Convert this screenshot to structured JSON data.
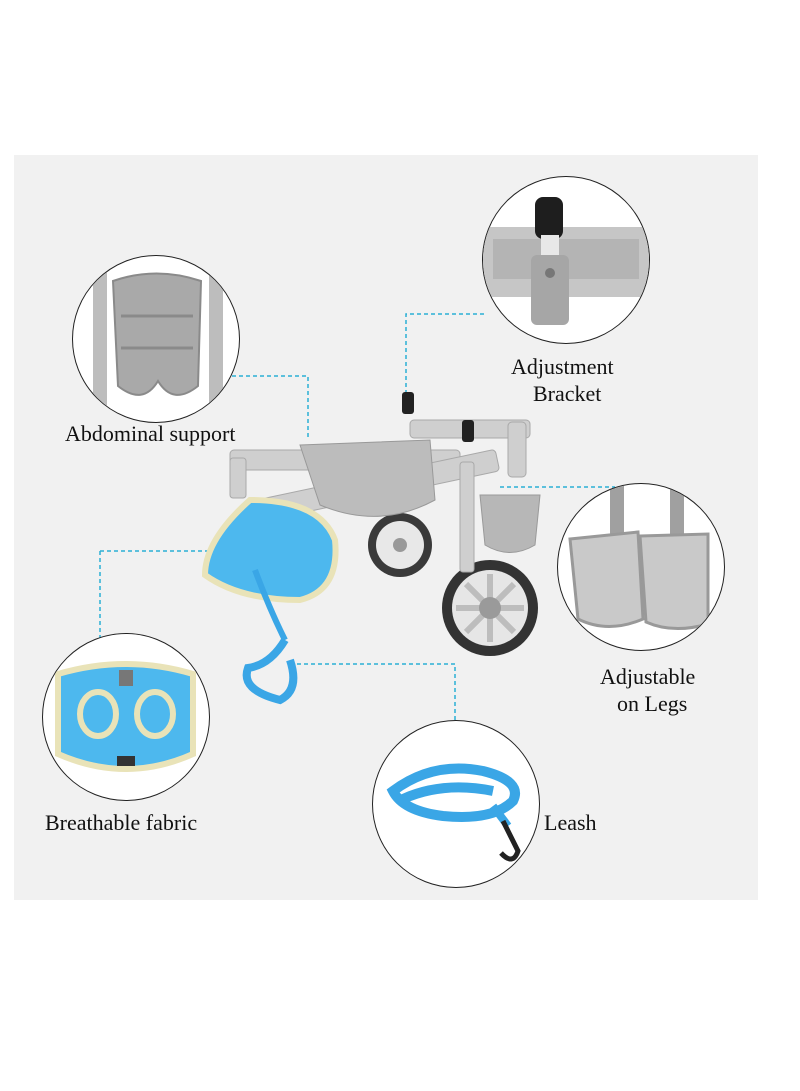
{
  "callouts": {
    "abdominal": "Abdominal support",
    "bracket_line1": "Adjustment",
    "bracket_line2": "Bracket",
    "legs_line1": "Adjustable",
    "legs_line2": "on Legs",
    "fabric": "Breathable fabric",
    "leash": "Leash"
  },
  "colors": {
    "panel_bg": "#f1f1f1",
    "connector": "#2ab0d6",
    "frame_gray": "#c9c9c9",
    "harness_blue": "#4db8ee",
    "leash_blue": "#3aa6e6",
    "trim_cream": "#e9e3b8"
  }
}
